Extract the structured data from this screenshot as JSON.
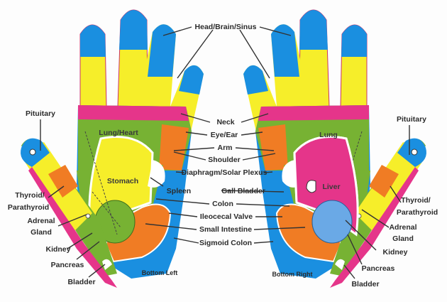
{
  "colors": {
    "blue": "#1a8fe0",
    "yellow": "#f6ee2a",
    "pink": "#e5358a",
    "green": "#77b233",
    "orange": "#f07c24",
    "light_blue": "#6aa9e6"
  },
  "center_labels": {
    "head": "Head/Brain/Sinus",
    "neck": "Neck",
    "eye_ear": "Eye/Ear",
    "arm": "Arm",
    "shoulder": "Shoulder",
    "diaphragm": "Diaphragm/Solar Plexus",
    "spleen": "Spleen",
    "gall_bladder": "Gall Bladder",
    "colon": "Colon",
    "ileocecal": "Ileocecal Valve",
    "small_intestine": "Small Intestine",
    "sigmoid": "Sigmoid Colon"
  },
  "left_hand": {
    "caption": "Bottom Left",
    "pituitary": "Pituitary",
    "thyroid_1": "Thyroid/",
    "thyroid_2": "Parathyroid",
    "adrenal_1": "Adrenal",
    "adrenal_2": "Gland",
    "kidney": "Kidney",
    "pancreas": "Pancreas",
    "bladder": "Bladder",
    "lung": "Lung/Heart",
    "stomach": "Stomach"
  },
  "right_hand": {
    "caption": "Bottom Right",
    "pituitary": "Pituitary",
    "thyroid_1": "Thyroid/",
    "thyroid_2": "Parathyroid",
    "adrenal_1": "Adrenal",
    "adrenal_2": "Gland",
    "kidney": "Kidney",
    "pancreas": "Pancreas",
    "bladder": "Bladder",
    "lung": "Lung",
    "liver": "Liver"
  }
}
